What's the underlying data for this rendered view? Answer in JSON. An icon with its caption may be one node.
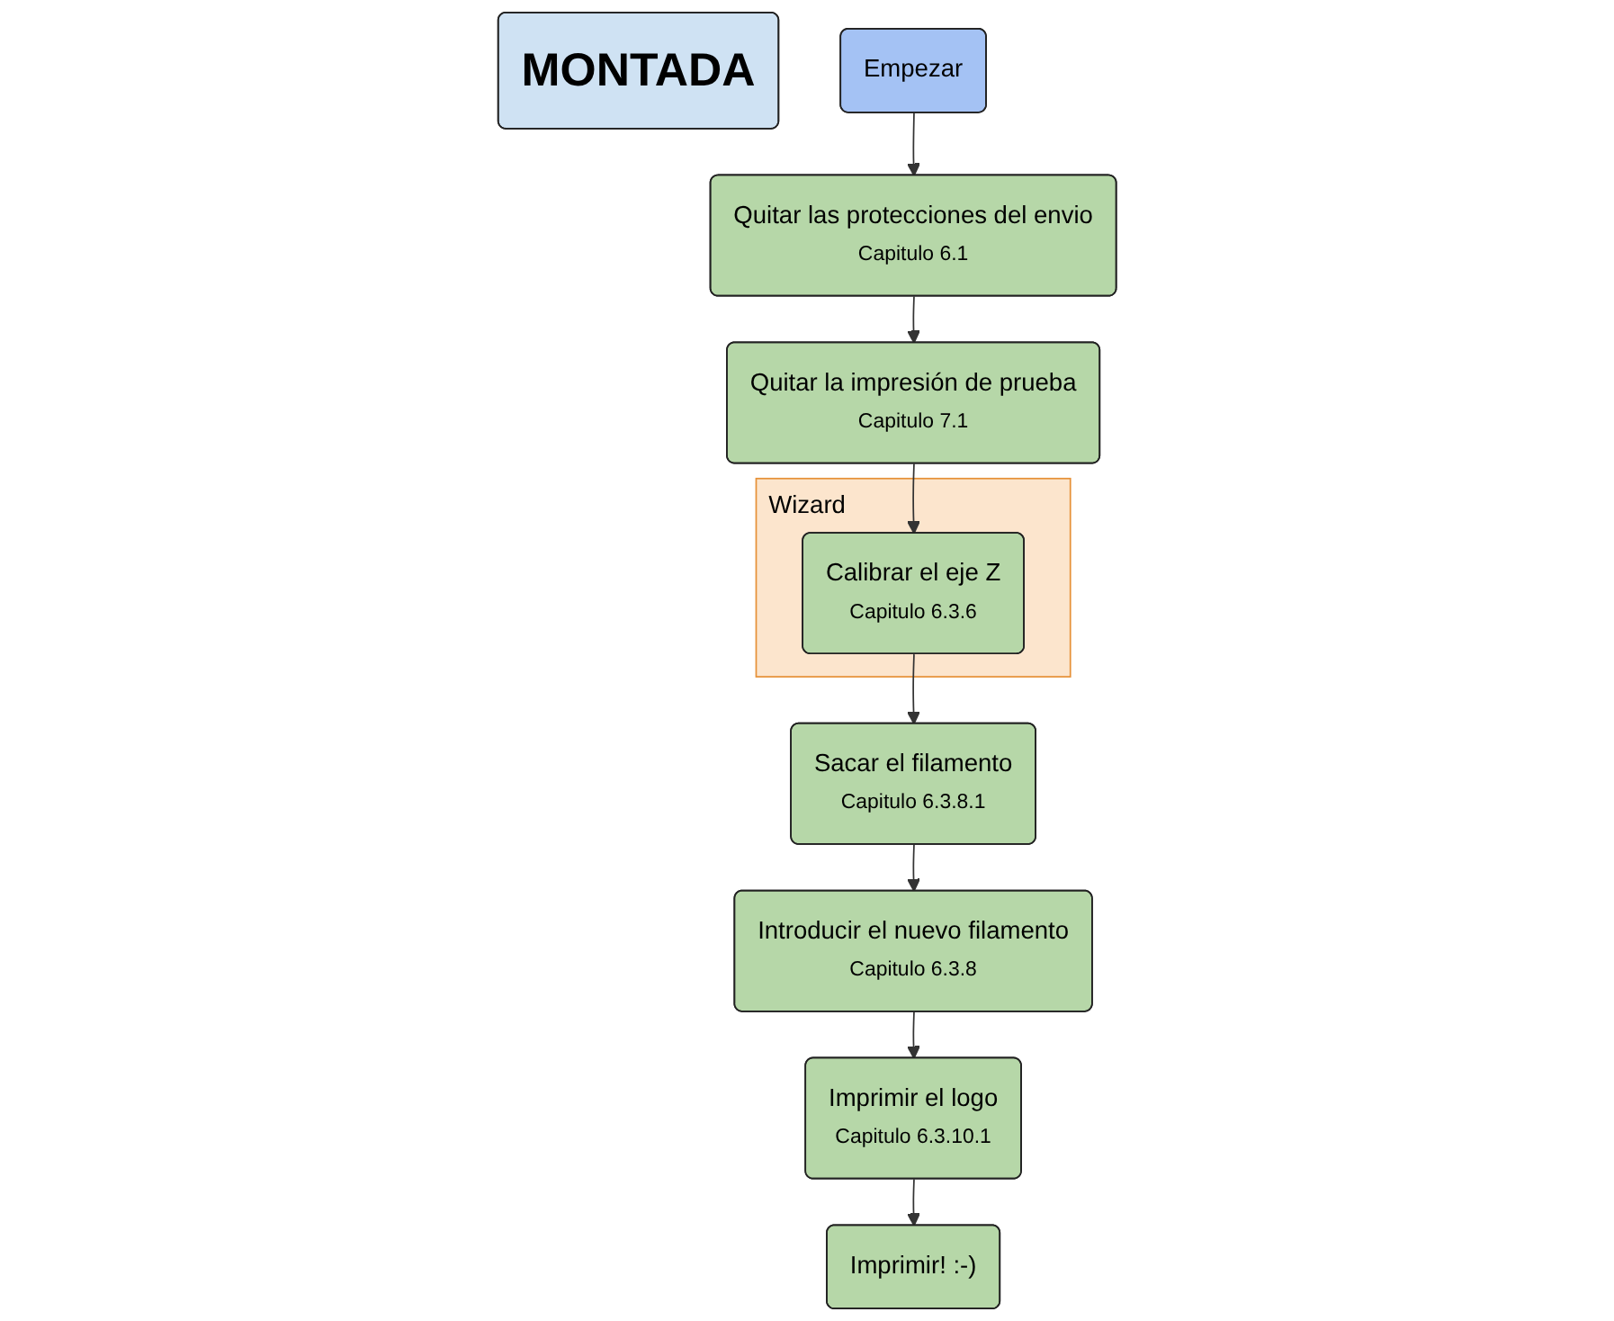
{
  "diagram": {
    "nodes": [
      {
        "text": [
          "MONTADA"
        ]
      },
      {
        "text": [
          "Empezar"
        ]
      },
      {
        "text": [
          "Quitar las protecciones del envio",
          "Capitulo 6.1"
        ]
      },
      {
        "text": [
          "Quitar la impresión de prueba",
          "Capitulo 7.1"
        ]
      },
      {
        "text": [
          "Wizard"
        ]
      },
      {
        "text": [
          "Calibrar el eje Z",
          "Capitulo 6.3.6"
        ],
        "in": 4
      },
      {
        "text": [
          "Sacar el filamento",
          "Capitulo 6.3.8.1"
        ]
      },
      {
        "text": [
          "Introducir el nuevo filamento",
          "Capitulo 6.3.8"
        ]
      },
      {
        "text": [
          "Imprimir el logo",
          "Capitulo 6.3.10.1"
        ]
      },
      {
        "text": [
          "Imprimir! :-)"
        ]
      }
    ],
    "edges": [
      {
        "from": 1,
        "to": 2,
        "arrow": "to"
      },
      {
        "from": 2,
        "to": 3,
        "arrow": "to"
      },
      {
        "from": 3,
        "to": 5,
        "arrow": "to"
      },
      {
        "from": 5,
        "to": 6,
        "arrow": "to"
      },
      {
        "from": 6,
        "to": 7,
        "arrow": "to"
      },
      {
        "from": 7,
        "to": 8,
        "arrow": "to"
      },
      {
        "from": 8,
        "to": 9,
        "arrow": "to"
      }
    ]
  }
}
